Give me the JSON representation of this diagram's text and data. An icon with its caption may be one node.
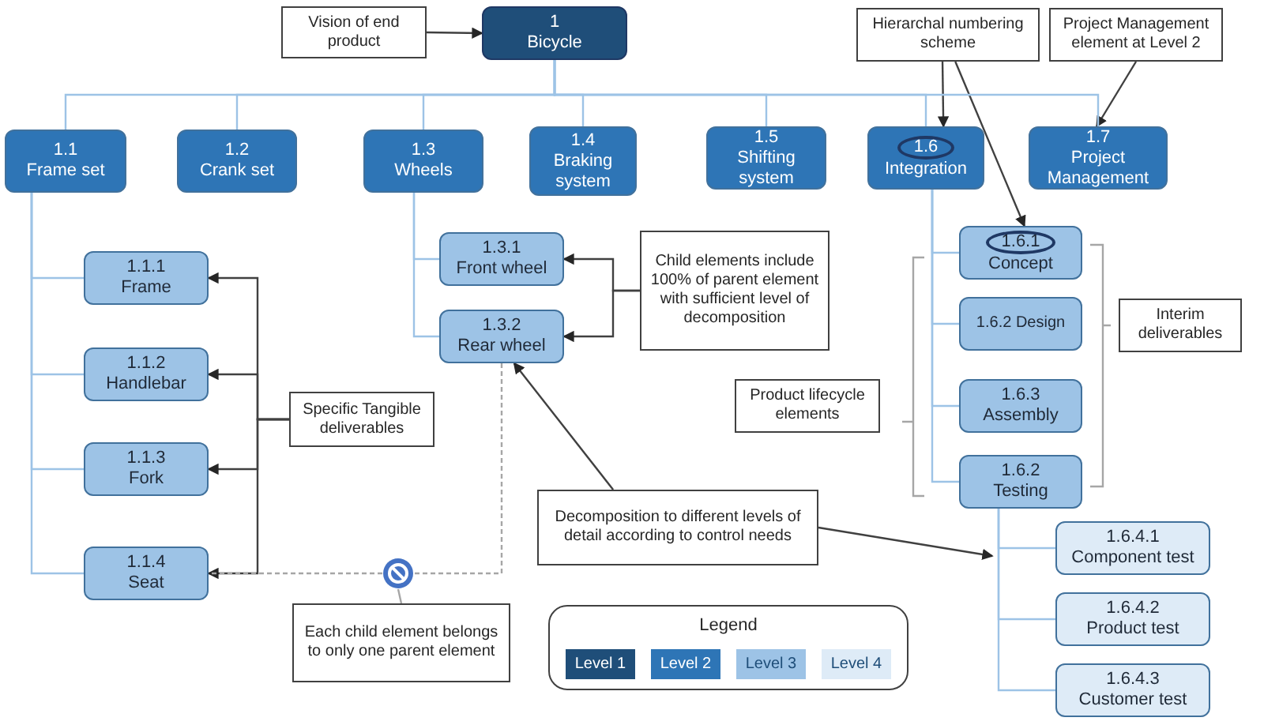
{
  "diagram": {
    "nodes": [
      {
        "text": [
          "Vision of end product"
        ]
      },
      {
        "text": [
          "1",
          "Bicycle"
        ]
      },
      {
        "text": [
          "Hierarchal numbering scheme"
        ]
      },
      {
        "text": [
          "Project Management element at Level 2"
        ]
      },
      {
        "text": [
          "1.1",
          "Frame set"
        ]
      },
      {
        "text": [
          "1.2",
          "Crank set"
        ]
      },
      {
        "text": [
          "1.3",
          "Wheels"
        ]
      },
      {
        "text": [
          "1.4",
          "Braking system"
        ]
      },
      {
        "text": [
          "1.5",
          "Shifting system"
        ]
      },
      {
        "text": [
          "1.6",
          "Integration"
        ]
      },
      {
        "text": [
          "1.7",
          "Project Management"
        ]
      },
      {
        "text": [
          "1.1.1",
          "Frame"
        ]
      },
      {
        "text": [
          "1.1.2",
          "Handlebar"
        ]
      },
      {
        "text": [
          "1.1.3",
          "Fork"
        ]
      },
      {
        "text": [
          "1.1.4",
          "Seat"
        ]
      },
      {
        "text": [
          "1.3.1",
          "Front wheel"
        ]
      },
      {
        "text": [
          "1.3.2",
          "Rear wheel"
        ]
      },
      {
        "text": [
          "Child elements include 100% of parent element with sufficient level of decomposition"
        ]
      },
      {
        "text": [
          "Specific Tangible deliverables"
        ]
      },
      {
        "text": [
          "1.6.1",
          "Concept"
        ]
      },
      {
        "text": [
          "1.6.2 Design"
        ]
      },
      {
        "text": [
          "1.6.3",
          "Assembly"
        ]
      },
      {
        "text": [
          "1.6.2",
          "Testing"
        ]
      },
      {
        "text": [
          "Interim deliverables"
        ]
      },
      {
        "text": [
          "Product lifecycle elements"
        ]
      },
      {
        "text": [
          "Decomposition to different levels of detail according to control needs"
        ]
      },
      {
        "text": [
          "Each child element belongs to only one parent element"
        ]
      },
      {
        "text": [
          "1.6.4.1",
          "Component test"
        ]
      },
      {
        "text": [
          "1.6.4.2",
          "Product test"
        ]
      },
      {
        "text": [
          "1.6.4.3",
          "Customer test"
        ]
      },
      {
        "text": [],
        "shape": "circle"
      }
    ],
    "edges": [
      {
        "from": 0,
        "to": 1,
        "arrow": "to",
        "color": "#404040"
      },
      {
        "from": 2,
        "to": 9,
        "arrow": "to",
        "color": "#404040"
      },
      {
        "from": 2,
        "to": 19,
        "arrow": "to",
        "color": "#404040"
      },
      {
        "from": 3,
        "to": 10,
        "arrow": "to",
        "color": "#404040"
      },
      {
        "from": 1,
        "to": 4,
        "arrow": "none"
      },
      {
        "from": 1,
        "to": 5,
        "arrow": "none"
      },
      {
        "from": 1,
        "to": 6,
        "arrow": "none"
      },
      {
        "from": 1,
        "to": 7,
        "arrow": "none"
      },
      {
        "from": 1,
        "to": 8,
        "arrow": "none"
      },
      {
        "from": 1,
        "to": 9,
        "arrow": "none"
      },
      {
        "from": 1,
        "to": 10,
        "arrow": "none"
      },
      {
        "from": 4,
        "to": 11,
        "arrow": "none"
      },
      {
        "from": 4,
        "to": 12,
        "arrow": "none"
      },
      {
        "from": 4,
        "to": 13,
        "arrow": "none"
      },
      {
        "from": 4,
        "to": 14,
        "arrow": "none"
      },
      {
        "from": 6,
        "to": 15,
        "arrow": "none"
      },
      {
        "from": 6,
        "to": 16,
        "arrow": "none"
      },
      {
        "from": 9,
        "to": 19,
        "arrow": "none"
      },
      {
        "from": 9,
        "to": 20,
        "arrow": "none"
      },
      {
        "from": 9,
        "to": 21,
        "arrow": "none"
      },
      {
        "from": 9,
        "to": 22,
        "arrow": "none"
      },
      {
        "from": 22,
        "to": 27,
        "arrow": "none"
      },
      {
        "from": 22,
        "to": 28,
        "arrow": "none"
      },
      {
        "from": 22,
        "to": 29,
        "arrow": "none"
      },
      {
        "from": 18,
        "to": 11,
        "arrow": "to",
        "color": "#404040"
      },
      {
        "from": 18,
        "to": 12,
        "arrow": "to",
        "color": "#404040"
      },
      {
        "from": 18,
        "to": 13,
        "arrow": "to",
        "color": "#404040"
      },
      {
        "from": 18,
        "to": 14,
        "arrow": "to",
        "color": "#404040"
      },
      {
        "from": 17,
        "to": 15,
        "arrow": "to",
        "color": "#404040"
      },
      {
        "from": 17,
        "to": 16,
        "arrow": "to",
        "color": "#404040"
      },
      {
        "from": 25,
        "to": 16,
        "arrow": "to",
        "color": "#404040"
      },
      {
        "from": 25,
        "to": null,
        "arrow": "to",
        "color": "#404040"
      },
      {
        "from": 16,
        "to": 30,
        "arrow": "none",
        "style": "dashed",
        "color": "#a6a6a6"
      },
      {
        "from": 30,
        "to": 14,
        "arrow": "none",
        "style": "dashed",
        "color": "#a6a6a6"
      },
      {
        "from": 26,
        "to": 30,
        "arrow": "none",
        "color": "#a6a6a6"
      }
    ],
    "labels": [
      "Legend"
    ],
    "legend": [
      {
        "text": "Level 1",
        "color": "#1f4e79"
      },
      {
        "text": "Level 2",
        "color": "#2e75b6"
      },
      {
        "text": "Level 3",
        "color": "#9dc3e6"
      },
      {
        "text": "Level 4",
        "color": "#deebf7"
      }
    ]
  }
}
